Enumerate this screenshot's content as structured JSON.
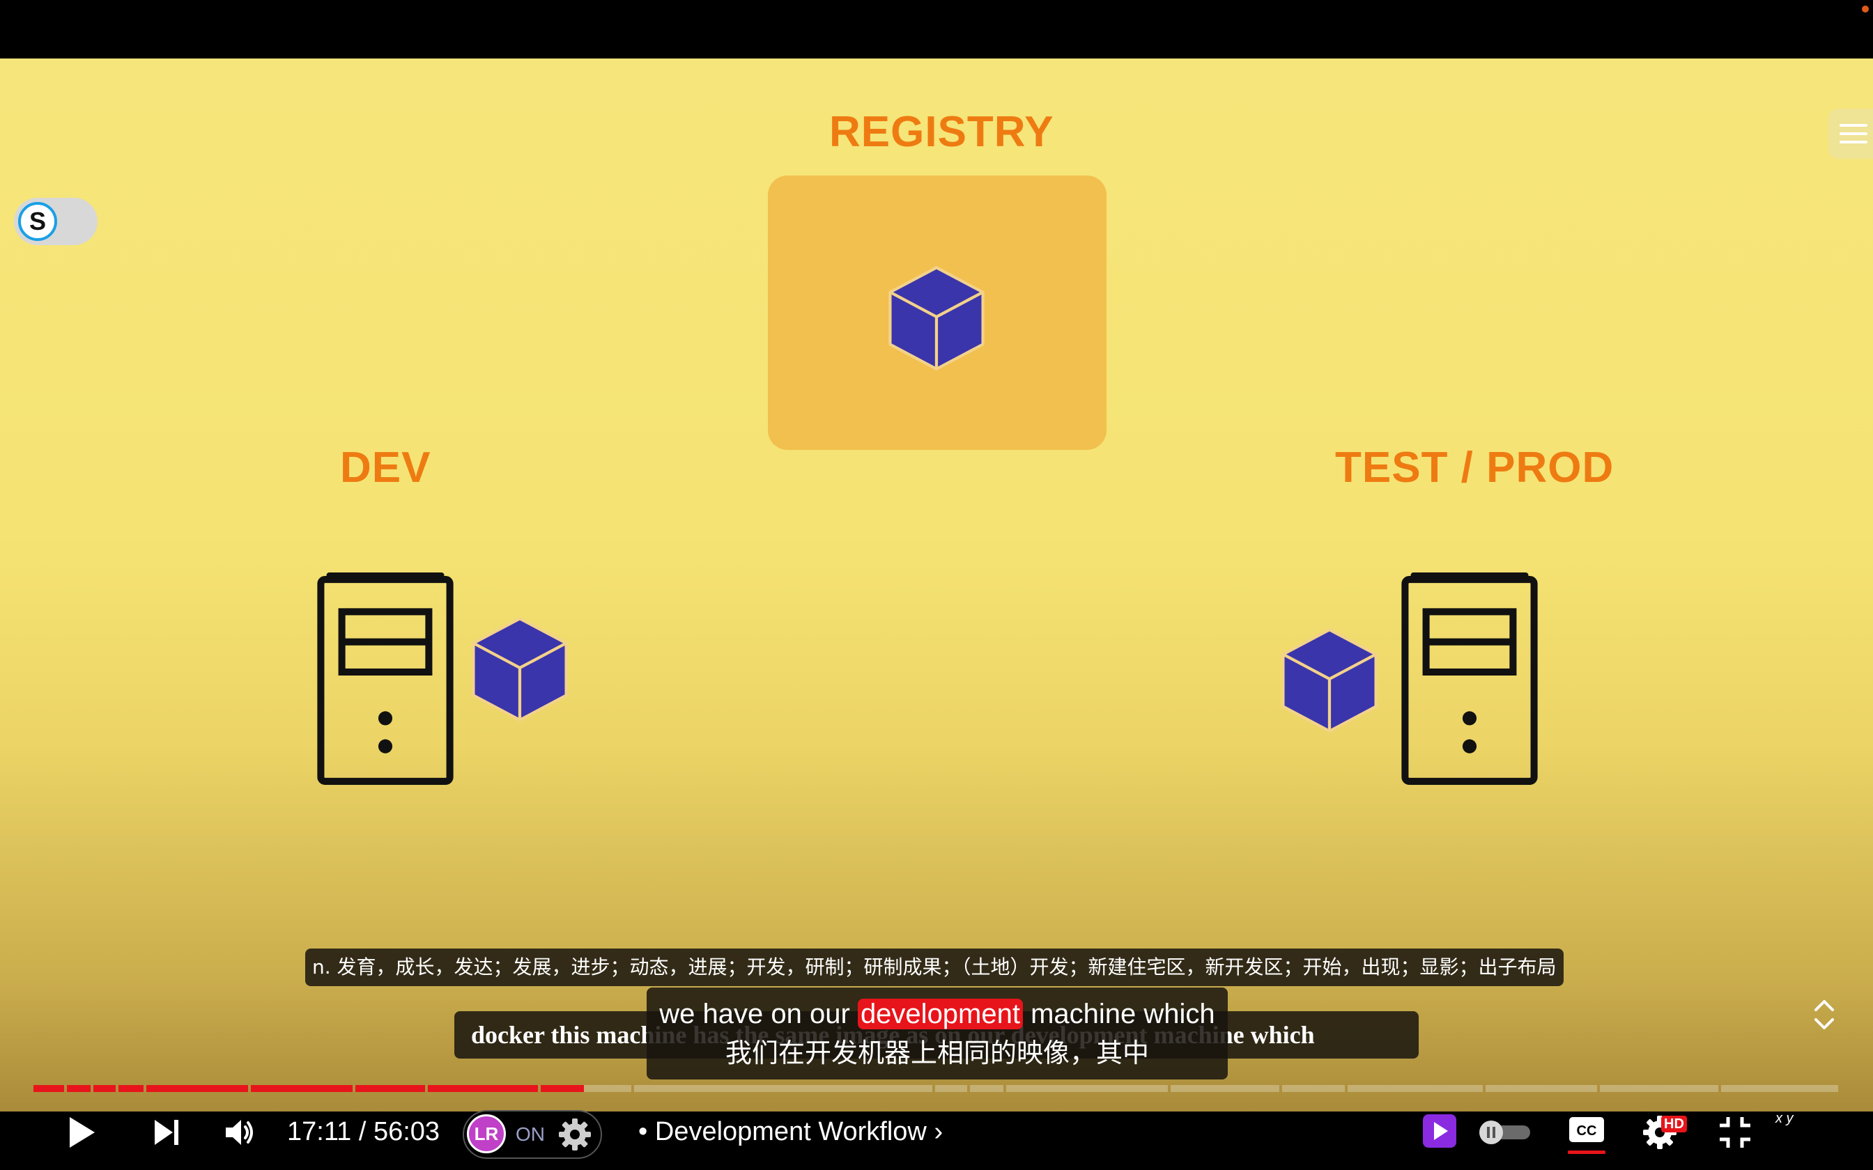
{
  "slide": {
    "registry_title": "REGISTRY",
    "dev_title": "DEV",
    "testprod_title": "TEST / PROD"
  },
  "overlays": {
    "toggle_letter": "S"
  },
  "subtitles": {
    "dictionary": "n. 发育，成长，发达；发展，进步；动态，进展；开发，研制；研制成果；（土地）开发；新建住宅区，新开发区；开始，出现；显影；出子布局",
    "background_line": "docker this machine has the same image as on our development machine which",
    "line_before": "we have on our",
    "highlight_word": "development",
    "line_after": "machine which",
    "chinese_line": "我们在开发机器上相同的映像，其中"
  },
  "player": {
    "current_time": "17:11",
    "duration": "56:03",
    "time_display": "17:11 / 56:03",
    "chapter": "• Development Workflow",
    "chapter_arrow": "›",
    "ext_label": "LR",
    "ext_status": "ON",
    "hd_badge": "HD",
    "xy_glyph": "x y",
    "progress_played_fraction": 0.305,
    "progress_buffered_fraction": 0.314
  },
  "colors": {
    "heading_orange": "#ee7b12",
    "registry_box": "#f2c04e",
    "cube_blue": "#3b35ab",
    "progress_red": "#e8141b"
  },
  "icons": {
    "play": "play-icon",
    "next": "skip-next-icon",
    "volume": "volume-icon",
    "settings": "gear-icon",
    "captions": "closed-captions-icon",
    "exit_fullscreen": "exit-fullscreen-icon"
  }
}
